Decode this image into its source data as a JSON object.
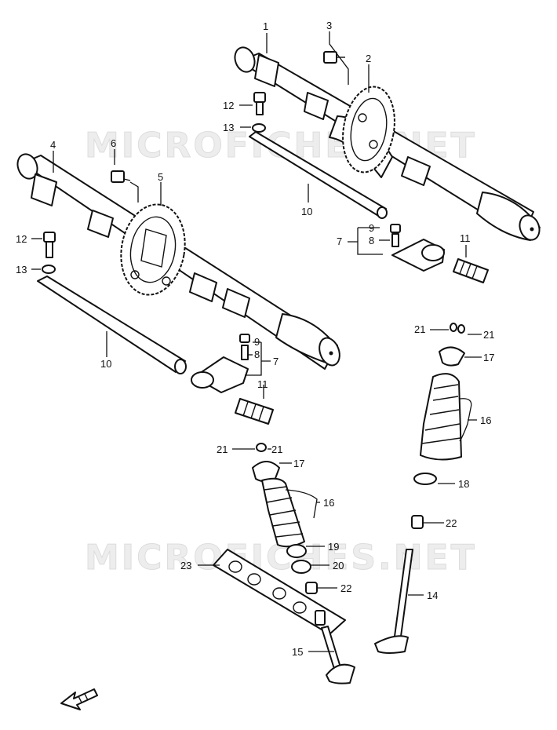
{
  "watermark": "MICROFICHES.NET",
  "callouts": {
    "c1": "1",
    "c2": "2",
    "c3": "3",
    "c4": "4",
    "c5": "5",
    "c6": "6",
    "c7a": "7",
    "c7b": "7",
    "c8a": "8",
    "c8b": "8",
    "c9a": "9",
    "c9b": "9",
    "c10a": "10",
    "c10b": "10",
    "c11a": "11",
    "c11b": "11",
    "c12a": "12",
    "c12b": "12",
    "c13a": "13",
    "c13b": "13",
    "c14": "14",
    "c15": "15",
    "c16a": "16",
    "c16b": "16",
    "c17a": "17",
    "c17b": "17",
    "c18": "18",
    "c19": "19",
    "c20": "20",
    "c21a": "21",
    "c21b": "21",
    "c21c": "21",
    "c21d": "21",
    "c22a": "22",
    "c22b": "22",
    "c23": "23"
  },
  "icons": {
    "direction": "front-direction-arrow-icon"
  }
}
